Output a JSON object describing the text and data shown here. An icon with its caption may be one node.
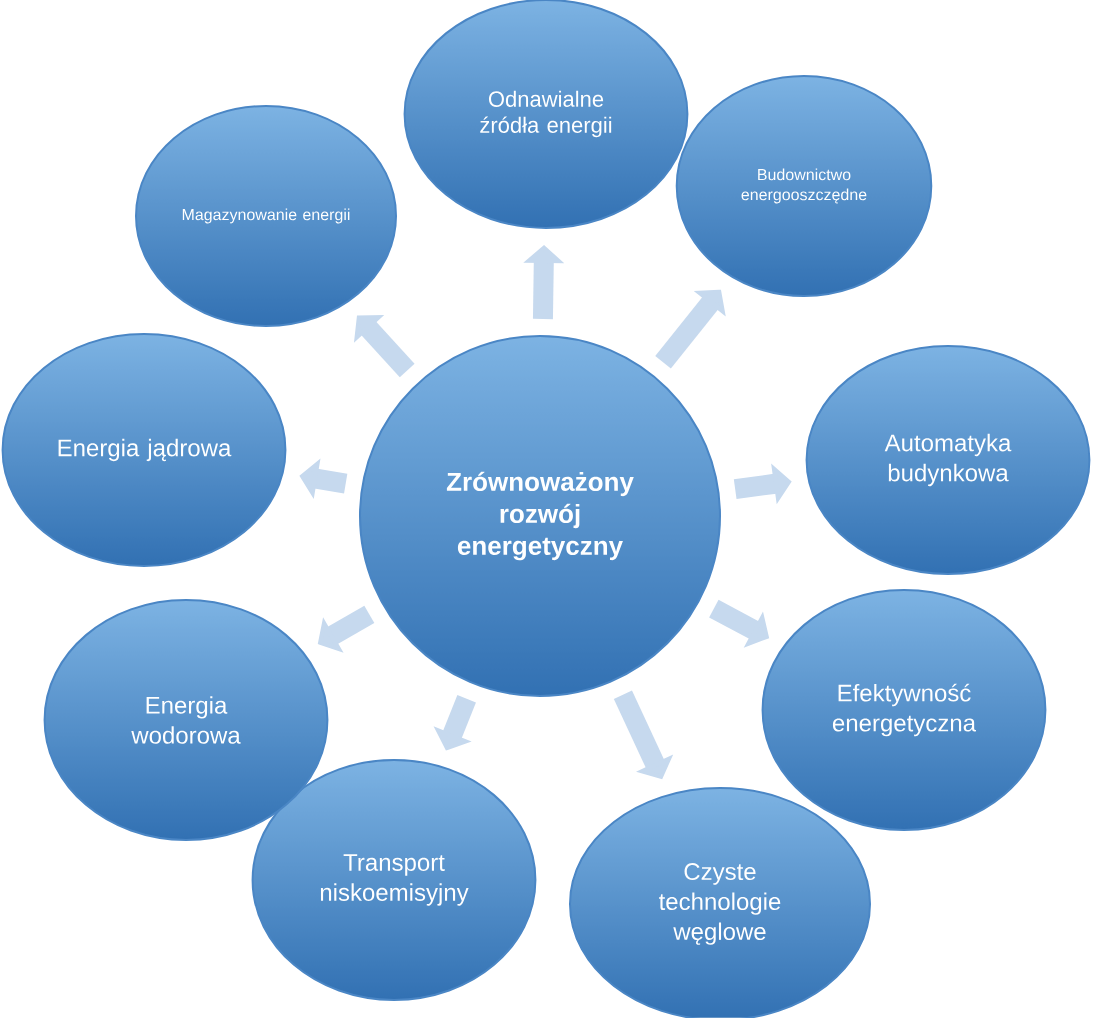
{
  "diagram": {
    "nodes": [
      {
        "text": [
          "Zrównoważony rozwój energetyczny"
        ]
      },
      {
        "text": [
          "Odnawialne źródła energii"
        ]
      },
      {
        "text": [
          "Budownictwo energooszczędne"
        ]
      },
      {
        "text": [
          "Automatyka budynkowa"
        ]
      },
      {
        "text": [
          "Efektywność energetyczna"
        ]
      },
      {
        "text": [
          "Czyste technologie węglowe"
        ]
      },
      {
        "text": [
          "Transport niskoemisyjny"
        ]
      },
      {
        "text": [
          "Energia wodorowa"
        ]
      },
      {
        "text": [
          "Energia jądrowa"
        ]
      },
      {
        "text": [
          "Magazynowanie energii"
        ]
      }
    ],
    "edges": [
      {
        "from": 0,
        "to": 1,
        "arrow": "to"
      },
      {
        "from": 0,
        "to": 2,
        "arrow": "to"
      },
      {
        "from": 0,
        "to": 3,
        "arrow": "to"
      },
      {
        "from": 0,
        "to": 4,
        "arrow": "to"
      },
      {
        "from": 0,
        "to": 5,
        "arrow": "to"
      },
      {
        "from": 0,
        "to": 6,
        "arrow": "to"
      },
      {
        "from": 0,
        "to": 7,
        "arrow": "to"
      },
      {
        "from": 0,
        "to": 8,
        "arrow": "to"
      },
      {
        "from": 0,
        "to": 9,
        "arrow": "to"
      }
    ]
  }
}
